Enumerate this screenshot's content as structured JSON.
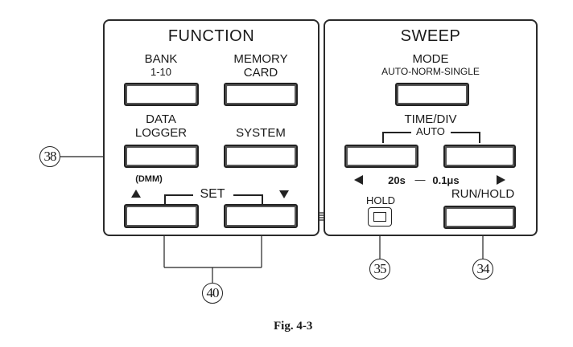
{
  "function_panel": {
    "title": "FUNCTION",
    "bank_label_1": "BANK",
    "bank_label_2": "1-10",
    "memory_label_1": "MEMORY",
    "memory_label_2": "CARD",
    "datalogger_label_1": "DATA",
    "datalogger_label_2": "LOGGER",
    "datalogger_sub": "(DMM)",
    "system_label": "SYSTEM",
    "set_label": "SET",
    "up_icon": "triangle-up",
    "down_icon": "triangle-down"
  },
  "sweep_panel": {
    "title": "SWEEP",
    "mode_label": "MODE",
    "mode_options": "AUTO-NORM-SINGLE",
    "timediv_label": "TIME/DIV",
    "auto_label": "AUTO",
    "range_left": "20s",
    "range_dash": "—",
    "range_right": "0.1μs",
    "left_icon": "triangle-left",
    "right_icon": "triangle-right",
    "hold_label": "HOLD",
    "runhold_label": "RUN/HOLD"
  },
  "callouts": {
    "c38": "38",
    "c40": "40",
    "c35": "35",
    "c34": "34"
  },
  "caption": "Fig. 4-3"
}
